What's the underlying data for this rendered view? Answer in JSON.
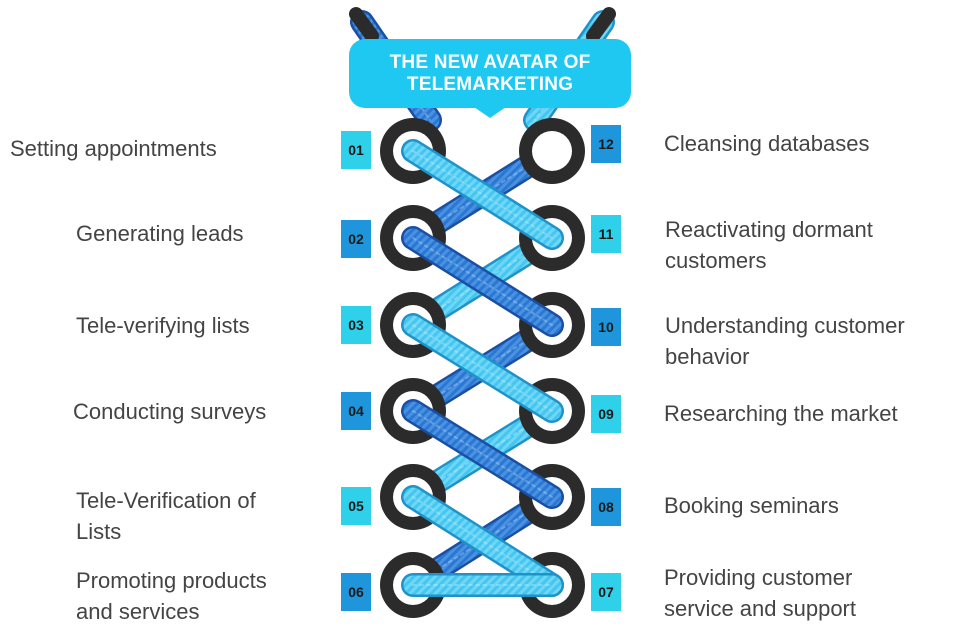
{
  "title": {
    "line1": "THE NEW AVATAR OF",
    "line2": "TELEMARKETING"
  },
  "colors": {
    "title_bg": "#1ec8f0",
    "badge_light": "#2fd0ea",
    "badge_dark": "#1f96dc",
    "lace_light": "#3fc4ee",
    "lace_dark": "#2676d2",
    "eyelet": "#2b2b2b",
    "label_text": "#444444"
  },
  "left_items": [
    {
      "number": "01",
      "lines": [
        "Setting appointments"
      ]
    },
    {
      "number": "02",
      "lines": [
        "Generating leads"
      ]
    },
    {
      "number": "03",
      "lines": [
        "Tele-verifying lists"
      ]
    },
    {
      "number": "04",
      "lines": [
        "Conducting surveys"
      ]
    },
    {
      "number": "05",
      "lines": [
        "Tele-Verification of",
        "Lists"
      ]
    },
    {
      "number": "06",
      "lines": [
        "Promoting products",
        "and services"
      ]
    }
  ],
  "right_items": [
    {
      "number": "12",
      "lines": [
        "Cleansing databases"
      ]
    },
    {
      "number": "11",
      "lines": [
        "Reactivating dormant",
        "customers"
      ]
    },
    {
      "number": "10",
      "lines": [
        "Understanding customer",
        "behavior"
      ]
    },
    {
      "number": "09",
      "lines": [
        "Researching the market"
      ]
    },
    {
      "number": "08",
      "lines": [
        "Booking seminars"
      ]
    },
    {
      "number": "07",
      "lines": [
        "Providing customer",
        "service and support"
      ]
    }
  ]
}
